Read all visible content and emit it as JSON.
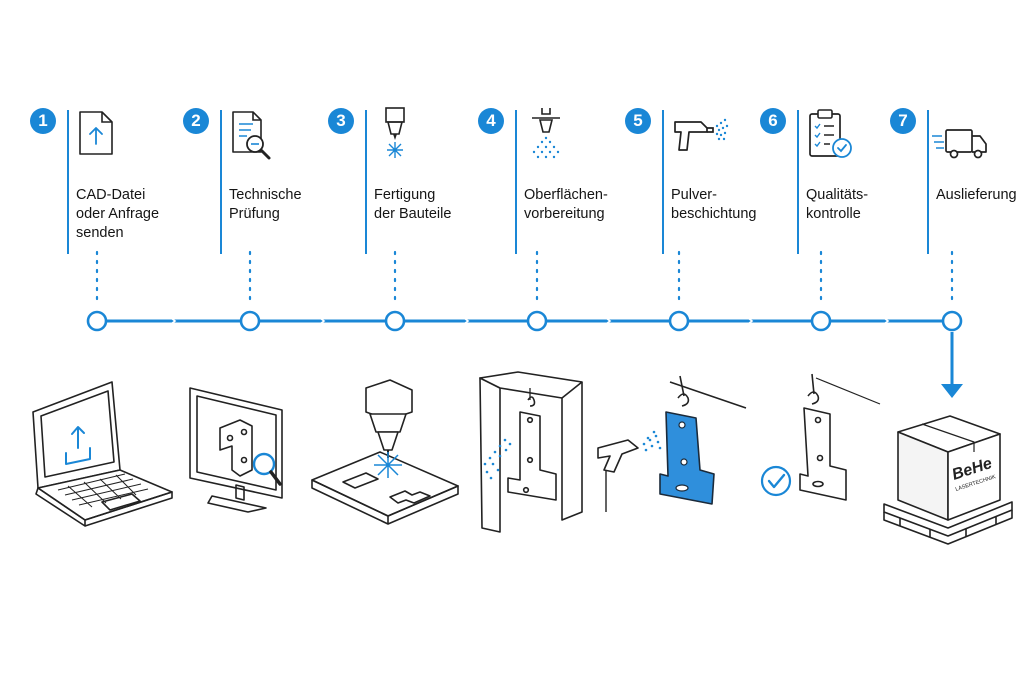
{
  "steps": [
    {
      "number": "1",
      "label": "CAD-Datei\noder Anfrage\nsenden",
      "icon": "file-upload-icon"
    },
    {
      "number": "2",
      "label": "Technische\nPrüfung",
      "icon": "document-search-icon"
    },
    {
      "number": "3",
      "label": "Fertigung\nder Bauteile",
      "icon": "laser-cutter-icon"
    },
    {
      "number": "4",
      "label": "Oberflächen-\nvorbereitung",
      "icon": "spray-nozzle-icon"
    },
    {
      "number": "5",
      "label": "Pulver-\nbeschichtung",
      "icon": "powder-gun-icon"
    },
    {
      "number": "6",
      "label": "Qualitäts-\nkontrolle",
      "icon": "clipboard-check-icon"
    },
    {
      "number": "7",
      "label": "Auslieferung",
      "icon": "delivery-truck-icon"
    }
  ],
  "box_brand": {
    "logo": "BeHe",
    "subtitle": "LASERTECHNIK"
  },
  "colors": {
    "accent": "#1a87d6",
    "line": "#1a87d6",
    "ink": "#222222",
    "part_blue": "#2f8fdc"
  }
}
